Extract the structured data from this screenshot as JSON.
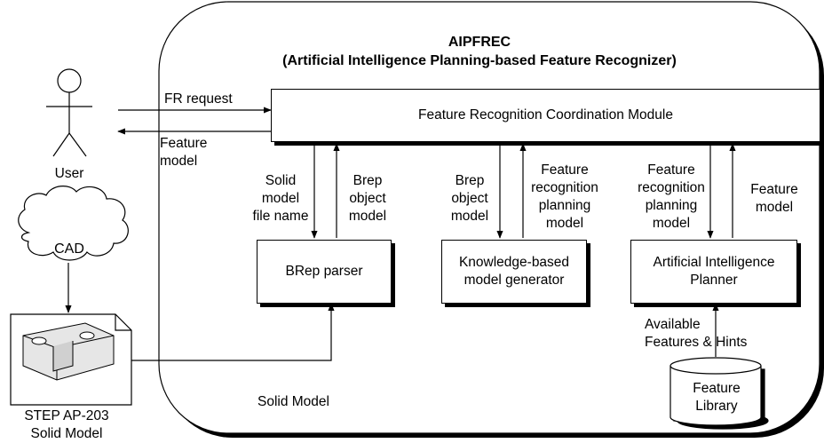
{
  "diagram": {
    "title": "AIPFREC",
    "subtitle": "(Artificial Intelligence Planning-based Feature Recognizer)",
    "coordination_module": "Feature Recognition Coordination Module",
    "brep_parser": "BRep parser",
    "model_generator": "Knowledge-based\nmodel generator",
    "ai_planner": "Artificial Intelligence\nPlanner",
    "feature_library": "Feature\nLibrary",
    "user": "User",
    "cad": "CAD",
    "step_model": "STEP AP-203\nSolid Model",
    "solid_model_label": "Solid Model",
    "arrows": {
      "fr_request": "FR request",
      "feature_model_out": "Feature\nmodel",
      "solid_model_file_name": "Solid\nmodel\nfile name",
      "brep_object_model_1": "Brep\nobject\nmodel",
      "brep_object_model_2": "Brep\nobject\nmodel",
      "frp_model_1": "Feature\nrecognition\nplanning\nmodel",
      "frp_model_2": "Feature\nrecognition\nplanning\nmodel",
      "feature_model_in": "Feature\nmodel",
      "available_features": "Available\nFeatures & Hints"
    }
  }
}
